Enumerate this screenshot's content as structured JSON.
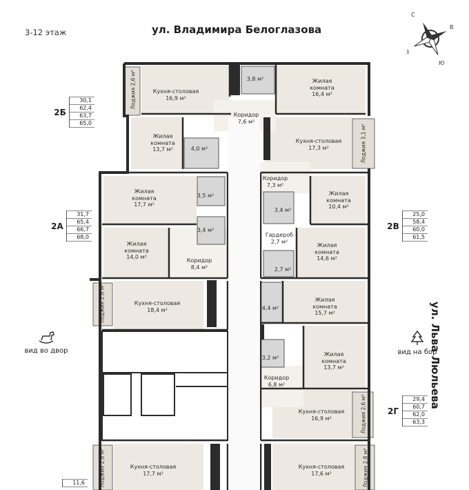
{
  "header": {
    "floor_range": "3-12 этаж",
    "street_top": "ул. Владимира Белоглазова",
    "street_right": "ул. Льва Люльева"
  },
  "compass": {
    "north": "С",
    "east": "В",
    "south": "Ю",
    "west": "З"
  },
  "views": {
    "left": "вид во двор",
    "right": "вид на бор"
  },
  "apartments": [
    {
      "code": "2Б",
      "areas": [
        "30,1",
        "62,4",
        "63,7",
        "65,0"
      ]
    },
    {
      "code": "2А",
      "areas": [
        "31,7",
        "65,4",
        "66,7",
        "68,0"
      ]
    },
    {
      "code": "2В",
      "areas": [
        "25,0",
        "58,4",
        "60,0",
        "61,5"
      ]
    },
    {
      "code": "2Г",
      "areas": [
        "29,4",
        "60,7",
        "62,0",
        "63,3"
      ]
    },
    {
      "code": "",
      "areas": [
        "11,6"
      ]
    }
  ],
  "rooms": {
    "kitchen_2b": {
      "name": "Кухня-столовая",
      "area": "16,9 м²"
    },
    "bath_2b_top": {
      "area": "3,8 м²"
    },
    "living_2b_right": {
      "name": "Жилая комната",
      "area": "16,4 м²"
    },
    "loggia_2b": "Лоджия 2,6 м²",
    "corridor_2b": {
      "name": "Коридор",
      "area": "7,6 м²"
    },
    "living_2b_left": {
      "name": "Жилая комната",
      "area": "13,7 м²"
    },
    "bath_2b_left": {
      "area": "4,0 м²"
    },
    "kitchen_2v": {
      "name": "Кухня-столовая",
      "area": "17,3 м²"
    },
    "loggia_2v": "Лоджия 3,1 м²",
    "corridor_2v": {
      "name": "Коридор",
      "area": "7,3 м²"
    },
    "living_2v_top": {
      "name": "Жилая комната",
      "area": "10,4 м²"
    },
    "bath_2v_1": {
      "area": "3,4 м²"
    },
    "wardrobe_2v": {
      "name": "Гардероб",
      "area": "2,7 м²"
    },
    "living_2v_bottom": {
      "name": "Жилая комната",
      "area": "14,6 м²"
    },
    "bath_2v_2": {
      "area": "2,7 м²"
    },
    "living_2a_top": {
      "name": "Жилая комната",
      "area": "17,7 м²"
    },
    "bath_2a_1": {
      "area": "3,5 м²"
    },
    "bath_2a_2": {
      "area": "3,4 м²"
    },
    "living_2a_bottom": {
      "name": "Жилая комната",
      "area": "14,0 м²"
    },
    "corridor_2a": {
      "name": "Коридор",
      "area": "8,4 м²"
    },
    "kitchen_2a": {
      "name": "Кухня-столовая",
      "area": "18,4 м²"
    },
    "loggia_2a": "Лоджия 2,6 м²",
    "bath_2g_1": {
      "area": "4,4 м²"
    },
    "living_2g_top": {
      "name": "Жилая комната",
      "area": "15,7 м²"
    },
    "bath_2g_2": {
      "area": "3,2 м²"
    },
    "living_2g_bottom": {
      "name": "Жилая комната",
      "area": "13,7 м²"
    },
    "corridor_2g": {
      "name": "Коридор",
      "area": "6,8 м²"
    },
    "kitchen_2g": {
      "name": "Кухня-столовая",
      "area": "16,9 м²"
    },
    "loggia_2g": "Лоджия 2,6 м²",
    "kitchen_bl": {
      "name": "Кухня-столовая",
      "area": "17,7 м²"
    },
    "loggia_bl": "Лоджия 2,8 м²",
    "kitchen_br": {
      "name": "Кухня-столовая",
      "area": "17,6 м²"
    },
    "loggia_br": "Лоджия 2,8 м²"
  },
  "colors": {
    "room_fill": "#ede8e2",
    "wall": "#2b2b2b",
    "loggia_fill": "#e3ddd5",
    "bath_fill": "#d7d7d7"
  }
}
